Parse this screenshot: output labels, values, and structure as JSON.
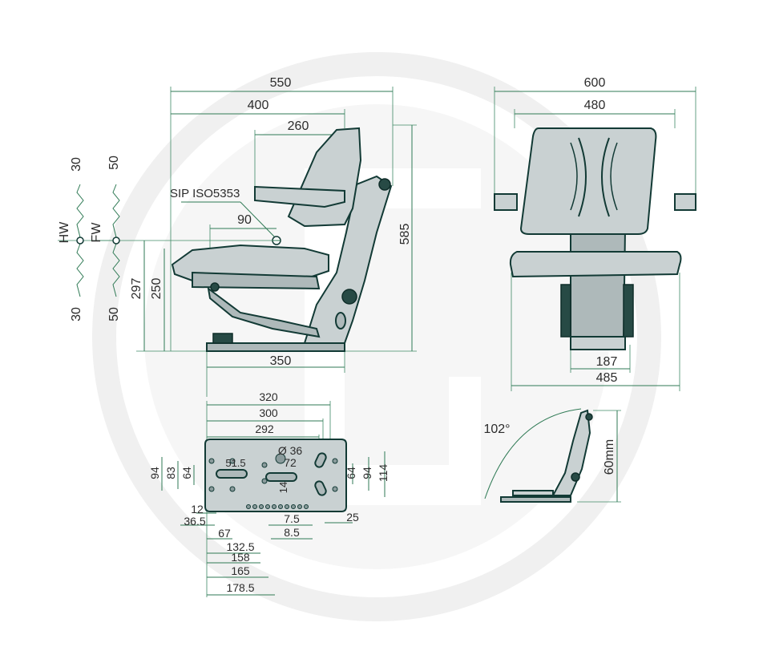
{
  "colors": {
    "dimension_line": "#2f7a55",
    "part_outline": "#123a35",
    "part_fill": "#c9d1d2",
    "watermark": "#ededed"
  },
  "watermark": {
    "icon": "brand-g-logo-watermark"
  },
  "side_view": {
    "width_total": "550",
    "width_seat": "400",
    "backrest_depth": "260",
    "standard_label": "SIP ISO5353",
    "sip_offset": "90",
    "height_total": "585",
    "height_297": "297",
    "height_250": "250",
    "rail_length": "350"
  },
  "springs": {
    "hw": {
      "label": "HW",
      "up": "30",
      "down": "30"
    },
    "fw": {
      "label": "FW",
      "up": "50",
      "down": "50"
    }
  },
  "front_view": {
    "width_total": "600",
    "width_back": "480",
    "base_inner": "187",
    "base_outer": "485"
  },
  "base_plate": {
    "top_dims": [
      "320",
      "300",
      "292"
    ],
    "hole_label": "Ø 36",
    "center_labels": [
      "51.5",
      "72",
      "14"
    ],
    "left_heights": [
      "94",
      "83",
      "64"
    ],
    "right_heights": [
      "64",
      "94",
      "114"
    ],
    "bottom_dims": [
      "12",
      "36.5",
      "67",
      "7.5",
      "8.5",
      "25",
      "132.5",
      "158",
      "165",
      "178.5"
    ]
  },
  "recline_view": {
    "angle": "102°",
    "height": "60mm"
  }
}
